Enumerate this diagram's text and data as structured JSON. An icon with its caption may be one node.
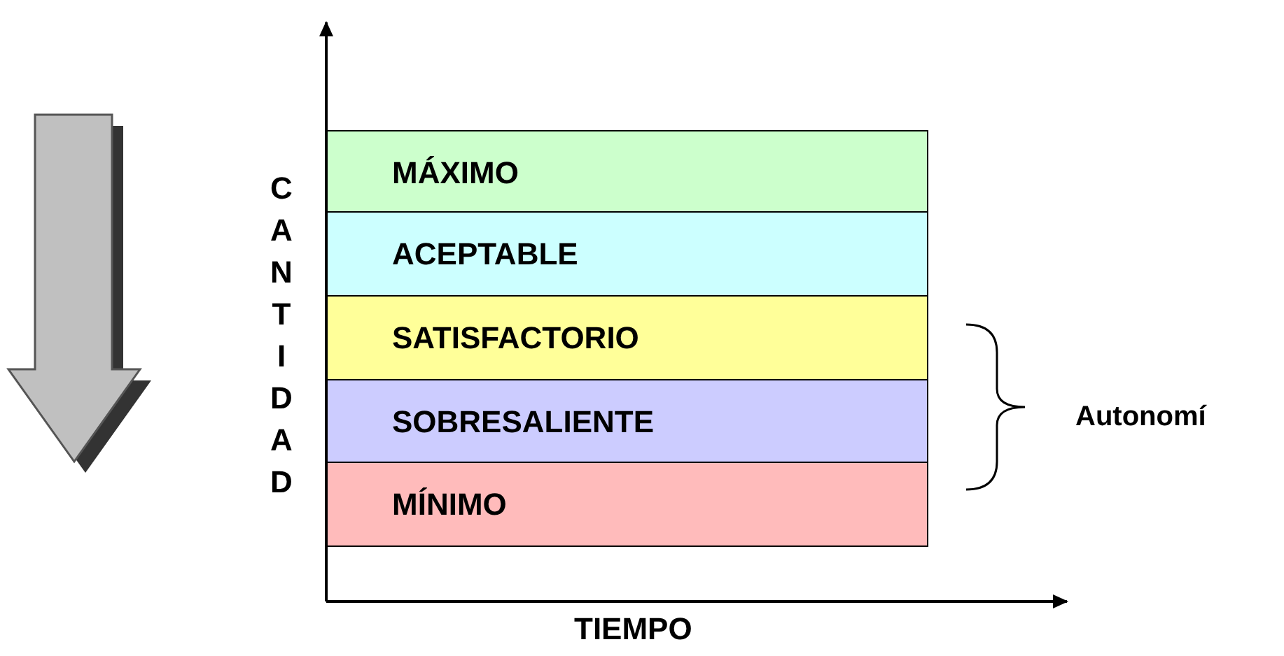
{
  "diagram": {
    "nodes": [
      {
        "text": [
          "MÁXIMO"
        ]
      },
      {
        "text": [
          "ACEPTABLE"
        ]
      },
      {
        "text": [
          "SATISFACTORIO"
        ]
      },
      {
        "text": [
          "SOBRESALIENTE"
        ]
      },
      {
        "text": [
          "MÍNIMO"
        ]
      }
    ],
    "edges": [],
    "labels": [
      "CANTIDAD",
      "TIEMPO",
      "Autonomí"
    ]
  }
}
